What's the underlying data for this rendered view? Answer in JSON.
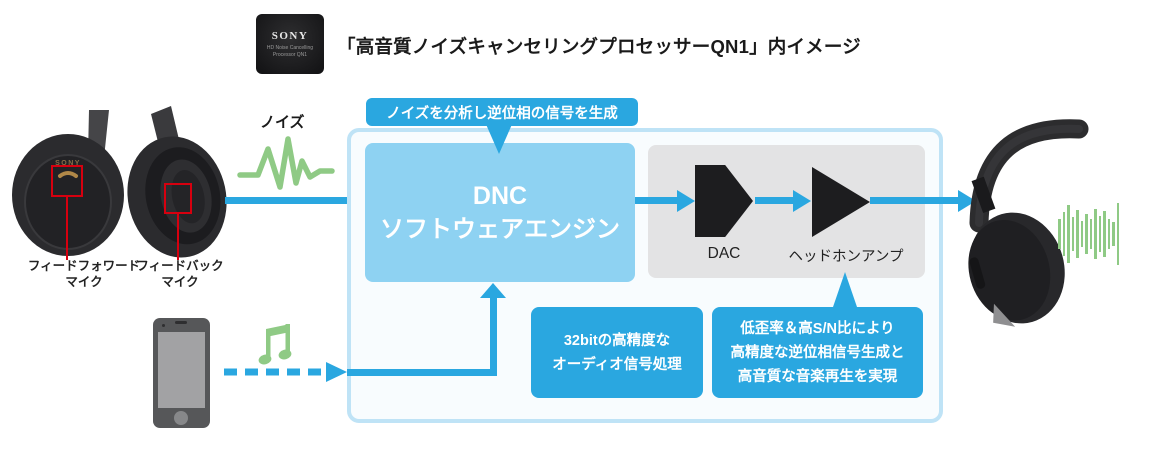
{
  "title": "「高音質ノイズキャンセリングプロセッサーQN1」内イメージ",
  "chip": {
    "brand": "SONY",
    "model_line1": "HD Noise Cancelling",
    "model_line2": "Processor QN1"
  },
  "inputs": {
    "noise_label": "ノイズ",
    "feedforward_mic_line1": "フィードフォワード",
    "feedforward_mic_line2": "マイク",
    "feedback_mic_line1": "フィードバック",
    "feedback_mic_line2": "マイク",
    "headphone_brand": "SONY"
  },
  "processor": {
    "tooltip": "ノイズを分析し逆位相の信号を生成",
    "dnc_line1": "DNC",
    "dnc_line2": "ソフトウェアエンジン",
    "dac_label": "DAC",
    "amp_label": "ヘッドホンアンプ",
    "note_audio_line1": "32bitの高精度な",
    "note_audio_line2": "オーディオ信号処理",
    "note_amp_line1": "低歪率＆高S/N比により",
    "note_amp_line2": "高精度な逆位相信号生成と",
    "note_amp_line3": "高音質な音楽再生を実現"
  },
  "output": {
    "sound_bars_heights": [
      30,
      44,
      58,
      34,
      48,
      26,
      40,
      30,
      50,
      36,
      46,
      30,
      24,
      62
    ]
  },
  "colors": {
    "accent_blue": "#2aa7e0",
    "dnc_light_blue": "#8ed2f2",
    "panel_border": "#bfe3f6",
    "panel_background": "#f8fcfe",
    "analog_gray": "#e3e3e4",
    "signal_green": "#8fca85",
    "marker_red": "#d7000f",
    "component_black": "#1d1d1f"
  }
}
